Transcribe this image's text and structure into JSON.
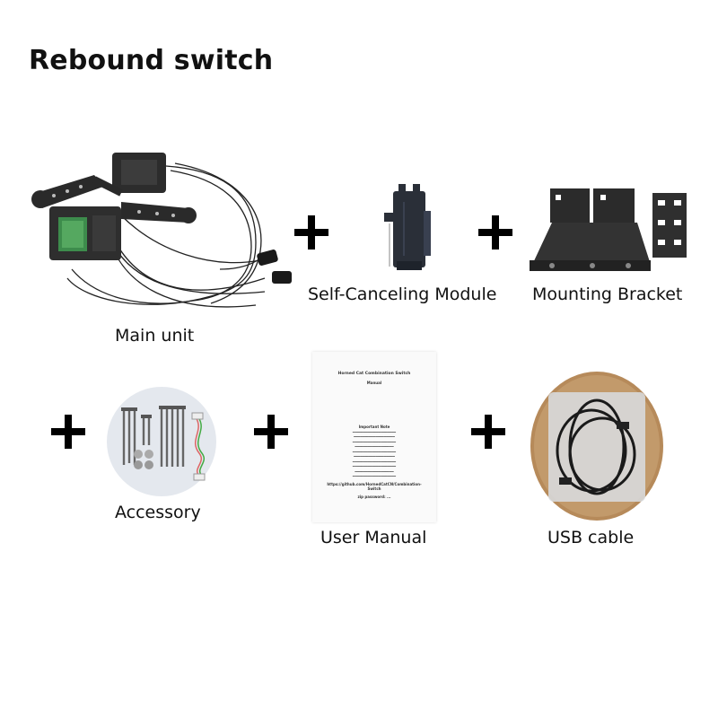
{
  "title": "Rebound switch",
  "items": [
    {
      "label": "Main unit",
      "icon": "combination-switch-assembly-icon"
    },
    {
      "label": "Self-Canceling Module",
      "icon": "self-canceling-module-icon"
    },
    {
      "label": "Mounting Bracket",
      "icon": "mounting-bracket-icon"
    },
    {
      "label": "Accessory",
      "icon": "screws-and-cable-icon"
    },
    {
      "label": "User Manual",
      "icon": "manual-icon"
    },
    {
      "label": "USB cable",
      "icon": "usb-cable-icon"
    }
  ],
  "manual": {
    "title": "Horned Cat Combination Switch",
    "subtitle": "Manual",
    "note_heading": "Important Note",
    "footer": "https://github.com/HornedCatCN/Combination-Switch",
    "password": "zip password: ..."
  }
}
